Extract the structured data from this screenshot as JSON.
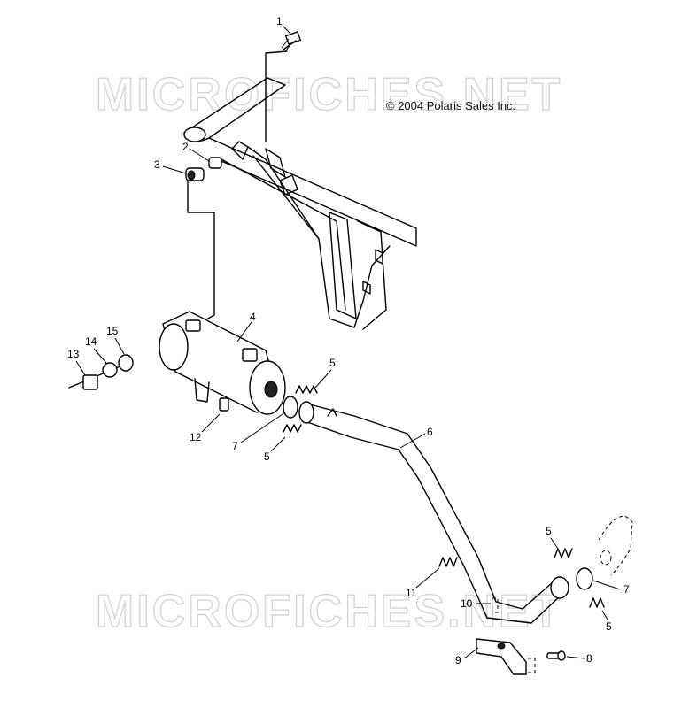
{
  "watermark": {
    "top": "MICROFICHES.NET",
    "bottom": "MICROFICHES.NET"
  },
  "copyright": "© 2004 Polaris Sales Inc.",
  "callouts": [
    {
      "id": "c1",
      "text": "1"
    },
    {
      "id": "c2",
      "text": "2"
    },
    {
      "id": "c3",
      "text": "3"
    },
    {
      "id": "c4",
      "text": "4"
    },
    {
      "id": "c5a",
      "text": "5"
    },
    {
      "id": "c5b",
      "text": "5"
    },
    {
      "id": "c5c",
      "text": "5"
    },
    {
      "id": "c5d",
      "text": "5"
    },
    {
      "id": "c6",
      "text": "6"
    },
    {
      "id": "c7a",
      "text": "7"
    },
    {
      "id": "c7b",
      "text": "7"
    },
    {
      "id": "c8",
      "text": "8"
    },
    {
      "id": "c9",
      "text": "9"
    },
    {
      "id": "c10",
      "text": "10"
    },
    {
      "id": "c11",
      "text": "11"
    },
    {
      "id": "c12",
      "text": "12"
    },
    {
      "id": "c13",
      "text": "13"
    },
    {
      "id": "c14",
      "text": "14"
    },
    {
      "id": "c15",
      "text": "15"
    }
  ]
}
